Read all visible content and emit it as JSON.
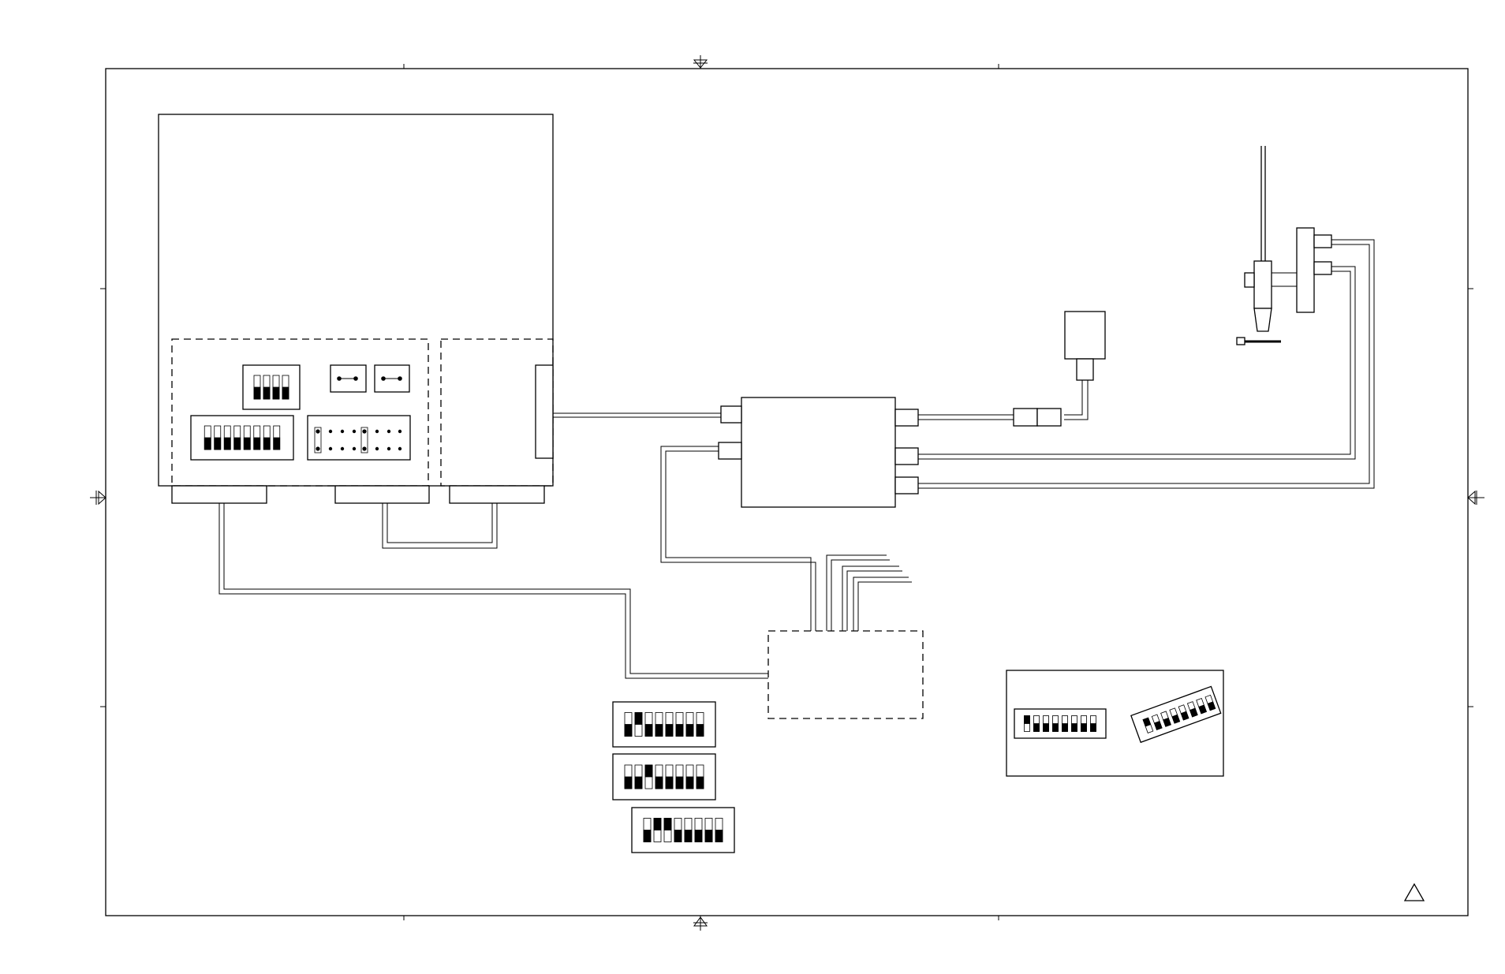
{
  "colors": {
    "line": "#000000",
    "background": "#ffffff"
  },
  "dip_switch_banks": [
    {
      "id": "controller-dip-4",
      "positions": 4,
      "on": [
        1,
        1,
        1,
        1
      ]
    },
    {
      "id": "controller-dip-8",
      "positions": 8,
      "on": [
        1,
        1,
        1,
        1,
        1,
        1,
        1,
        1
      ]
    },
    {
      "id": "option-dip-a",
      "positions": 8,
      "on": [
        1,
        0,
        1,
        1,
        1,
        1,
        1,
        1
      ]
    },
    {
      "id": "option-dip-b",
      "positions": 8,
      "on": [
        1,
        1,
        0,
        1,
        1,
        1,
        1,
        1
      ]
    },
    {
      "id": "option-dip-c",
      "positions": 8,
      "on": [
        1,
        0,
        0,
        1,
        1,
        1,
        1,
        1
      ]
    },
    {
      "id": "detail-dip-flat",
      "positions": 8,
      "on": [
        0,
        1,
        1,
        1,
        1,
        1,
        1,
        1
      ]
    },
    {
      "id": "detail-dip-angled",
      "positions": 8,
      "on": [
        0,
        1,
        1,
        1,
        1,
        1,
        1,
        1
      ]
    }
  ]
}
